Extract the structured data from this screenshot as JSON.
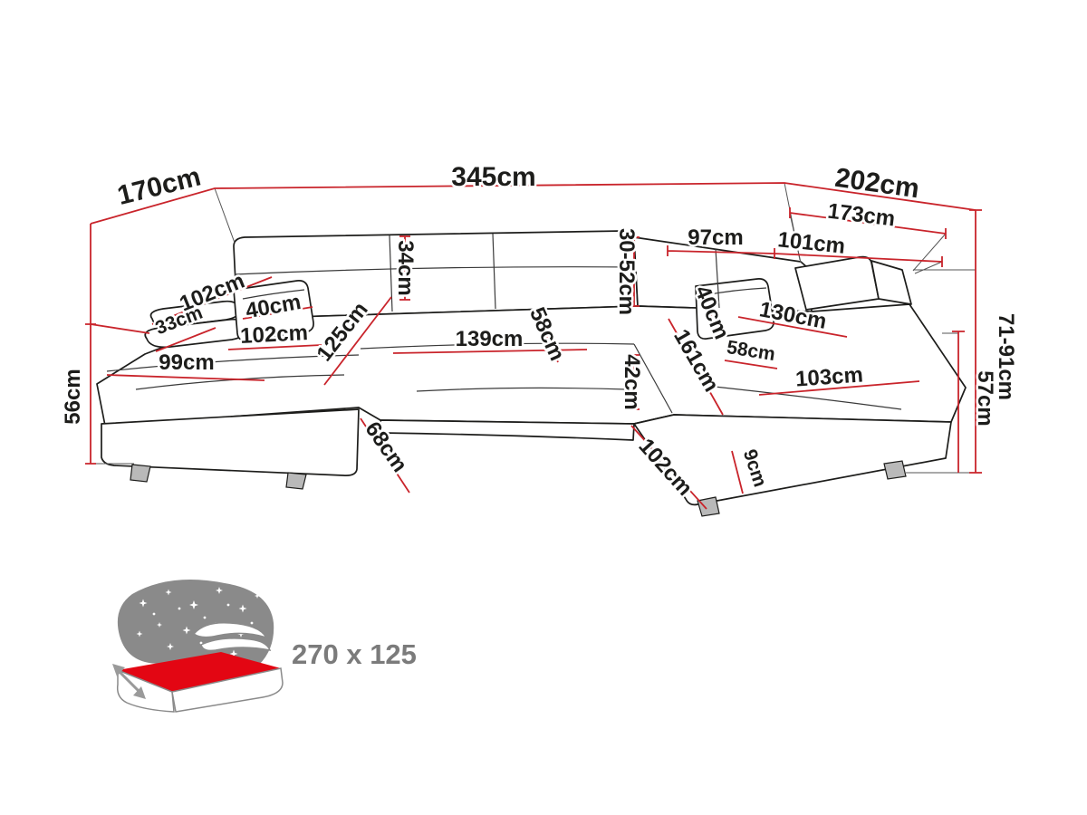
{
  "colors": {
    "dimension-red": "#c9242b",
    "line-black": "#1d1d1b",
    "text-black": "#1d1d1b",
    "muted-gray": "#7b7b7b",
    "bed-gray": "#8a8a8a",
    "bed-red": "#e30613",
    "leg-gray": "#b9b9b9",
    "background": "#ffffff"
  },
  "dimensions": {
    "back_width": "345cm",
    "left_depth": "170cm",
    "right_depth": "202cm",
    "right_back_width": "173cm",
    "back_section_97": "97cm",
    "right_section_101": "101cm",
    "headrest_height_range": "30-52cm",
    "backrest_height_34": "34cm",
    "left_arm_102": "102cm",
    "left_arm_33": "33cm",
    "left_pillow_40": "40cm",
    "left_seat_102": "102cm",
    "left_chaise_125": "125cm",
    "center_seat_139": "139cm",
    "center_depth_58": "58cm",
    "right_pillow_40": "40cm",
    "right_back_130": "130cm",
    "left_chaise_99": "99cm",
    "right_chaise_161": "161cm",
    "right_seat_58": "58cm",
    "right_seat_103": "103cm",
    "center_height_42": "42cm",
    "left_height_56": "56cm",
    "bottom_left_68": "68cm",
    "bottom_right_102": "102cm",
    "right_9": "9cm",
    "total_height_range": "71-91cm",
    "seat_height_57": "57cm"
  },
  "sleeping_area": {
    "size": "270 x 125"
  }
}
